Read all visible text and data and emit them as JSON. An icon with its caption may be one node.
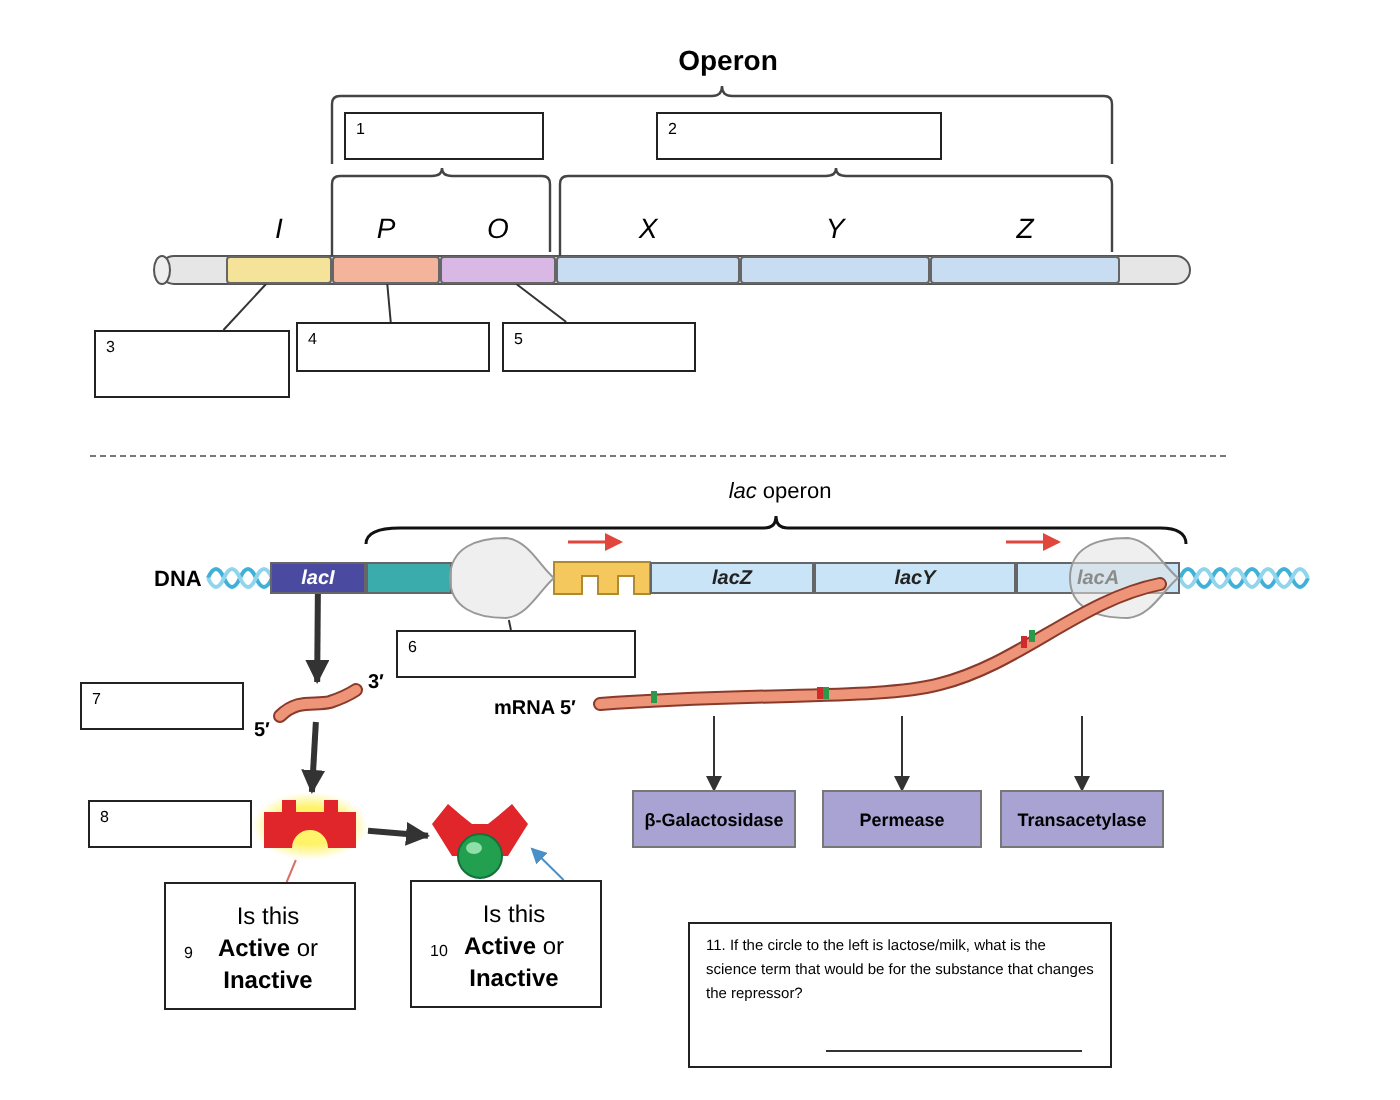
{
  "diagram": {
    "nodes": [
      {
        "text": [
          "1"
        ]
      },
      {
        "text": [
          "2"
        ]
      },
      {
        "text": [
          "I"
        ]
      },
      {
        "text": [
          "P"
        ]
      },
      {
        "text": [
          "O"
        ]
      },
      {
        "text": [
          "X"
        ]
      },
      {
        "text": [
          "Y"
        ]
      },
      {
        "text": [
          "Z"
        ]
      },
      {
        "text": [
          "3"
        ]
      },
      {
        "text": [
          "4"
        ]
      },
      {
        "text": [
          "5"
        ]
      },
      {
        "text": [
          "lacI"
        ]
      },
      {
        "text": [],
        "shape": "box"
      },
      {
        "text": [],
        "shape": "box"
      },
      {
        "text": [
          "lacZ"
        ]
      },
      {
        "text": [
          "lacY"
        ]
      },
      {
        "text": [
          "lacA"
        ]
      },
      {
        "text": [],
        "shape": "picture"
      },
      {
        "text": [],
        "shape": "picture"
      },
      {
        "text": [
          "6"
        ]
      },
      {
        "text": [],
        "shape": "picture",
        "beside": [
          "3′",
          "5′"
        ]
      },
      {
        "text": [
          "7"
        ]
      },
      {
        "text": [],
        "shape": "picture"
      },
      {
        "text": [
          "8"
        ]
      },
      {
        "text": [],
        "shape": "picture"
      },
      {
        "text": [
          "9",
          "Is this **Active** or **Inactive**"
        ]
      },
      {
        "text": [
          "10",
          "Is this **Active** or **Inactive**"
        ]
      },
      {
        "text": [],
        "shape": "picture",
        "beside": [
          "mRNA 5′"
        ]
      },
      {
        "text": [
          "β-Galactosidase"
        ]
      },
      {
        "text": [
          "Permease"
        ]
      },
      {
        "text": [
          "Transacetylase"
        ]
      },
      {
        "text": [
          "11.  If the circle to the left is lactose/milk, what is the science term that would be for the substance that changes the repressor?"
        ]
      }
    ],
    "edges": [
      {
        "from": 8,
        "to": 2,
        "arrow": "none"
      },
      {
        "from": 9,
        "to": 3,
        "arrow": "none"
      },
      {
        "from": 10,
        "to": 4,
        "arrow": "none"
      },
      {
        "from": 19,
        "to": 17,
        "arrow": "none"
      },
      {
        "from": 11,
        "to": 20,
        "arrow": "to",
        "style": "thick"
      },
      {
        "from": 20,
        "to": 22,
        "arrow": "to",
        "style": "thick"
      },
      {
        "from": 22,
        "to": 24,
        "arrow": "to",
        "style": "thick"
      },
      {
        "from": 25,
        "to": 22,
        "arrow": "none",
        "color": "#d9706a"
      },
      {
        "from": 26,
        "to": 24,
        "arrow": "to",
        "color": "#4a90c8"
      },
      {
        "from": 27,
        "to": 28,
        "arrow": "to"
      },
      {
        "from": 27,
        "to": 29,
        "arrow": "to"
      },
      {
        "from": 27,
        "to": 30,
        "arrow": "to"
      }
    ],
    "labels": [
      "Operon",
      "*lac* operon",
      "DNA"
    ]
  }
}
